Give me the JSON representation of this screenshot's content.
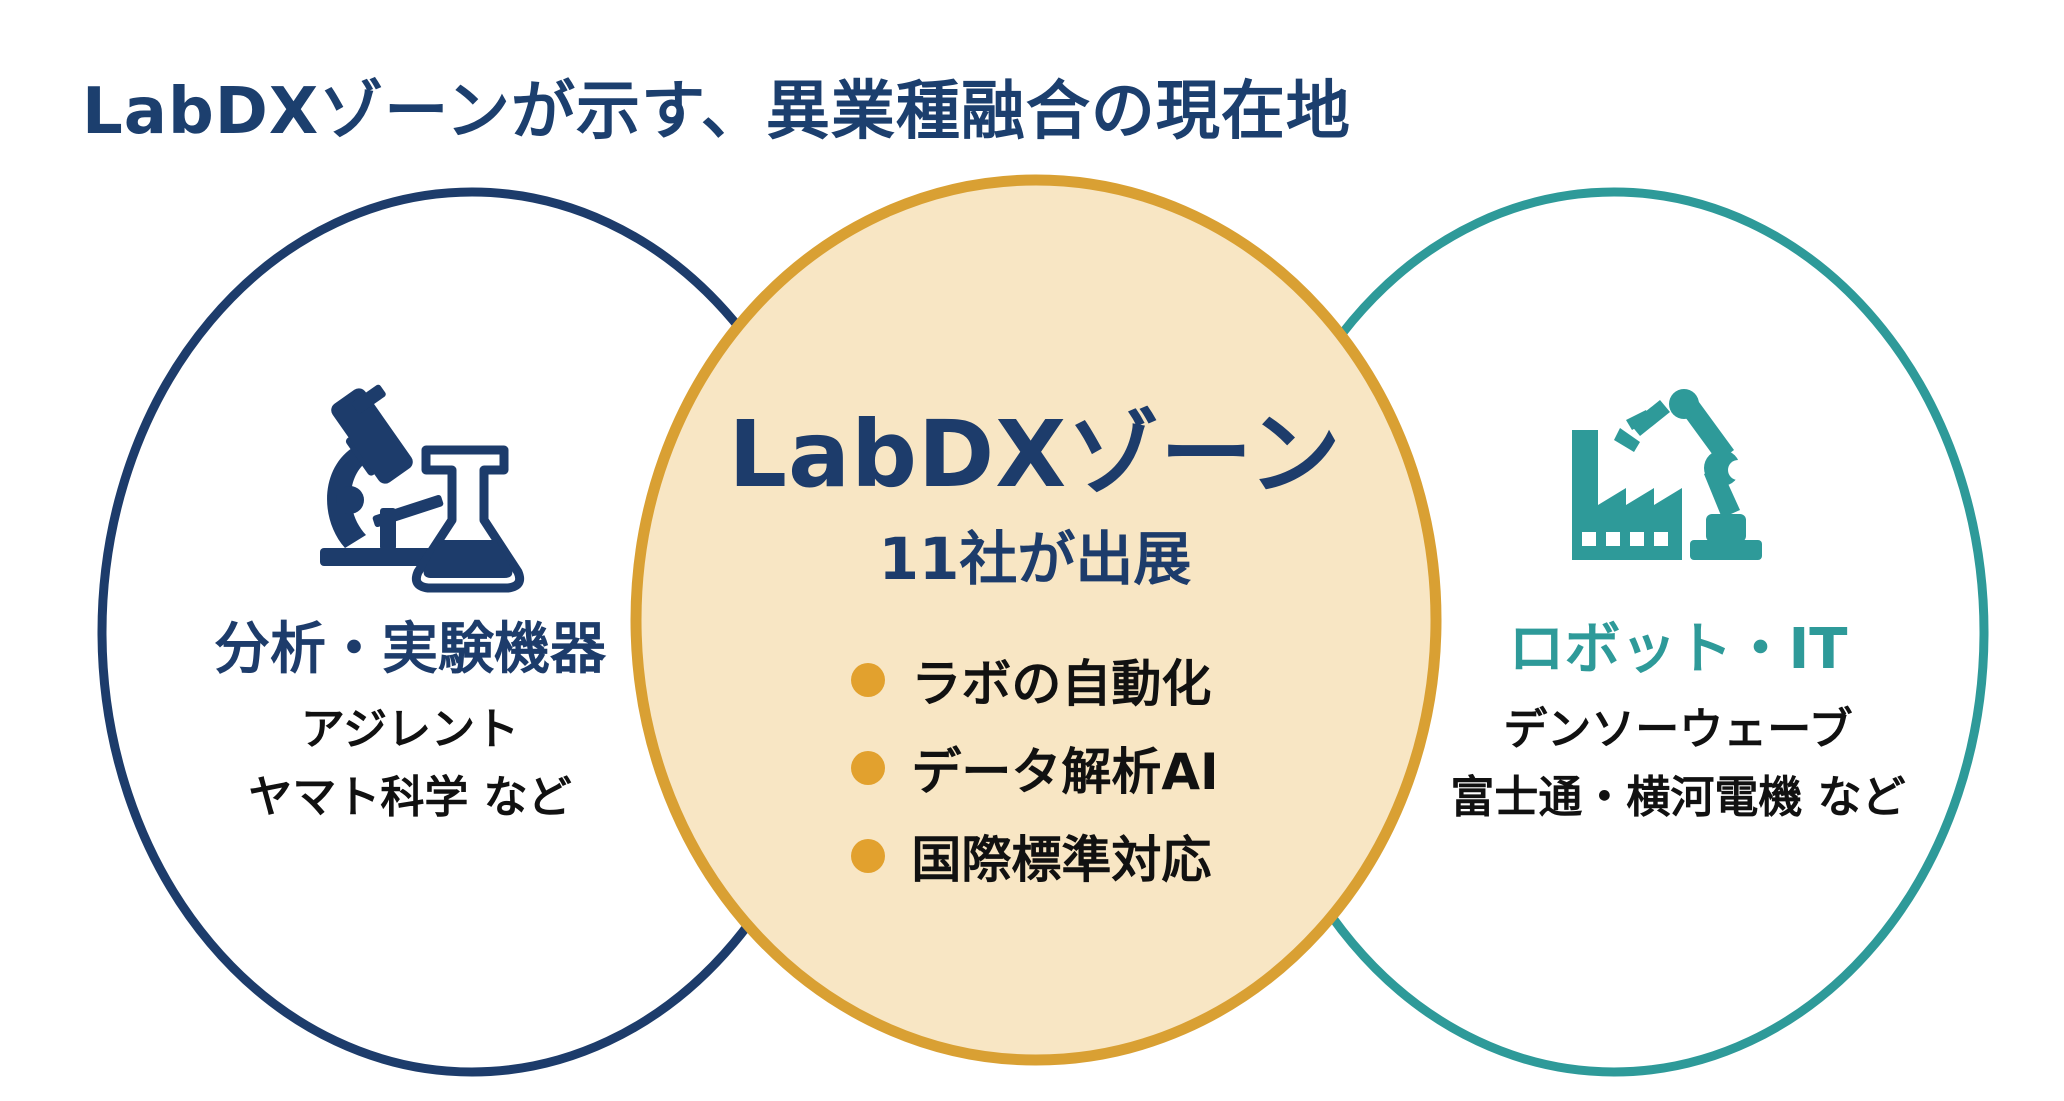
{
  "title": "LabDXゾーンが示す、異業種融合の現在地",
  "colors": {
    "navy": "#1d3c6b",
    "teal": "#2e9a99",
    "gold": "#d9a033",
    "center_fill": "#f8e6c4",
    "bullet": "#e2a12e"
  },
  "left": {
    "icon": "microscope-flask-icon",
    "heading": "分析・実験機器",
    "companies": [
      "アジレント",
      "ヤマト科学 など"
    ]
  },
  "center": {
    "title": "LabDXゾーン",
    "subtitle": "11社が出展",
    "bullets": [
      "ラボの自動化",
      "データ解析AI",
      "国際標準対応"
    ]
  },
  "right": {
    "icon": "factory-robot-arm-icon",
    "heading": "ロボット・IT",
    "companies": [
      "デンソーウェーブ",
      "富士通・横河電機 など"
    ]
  }
}
